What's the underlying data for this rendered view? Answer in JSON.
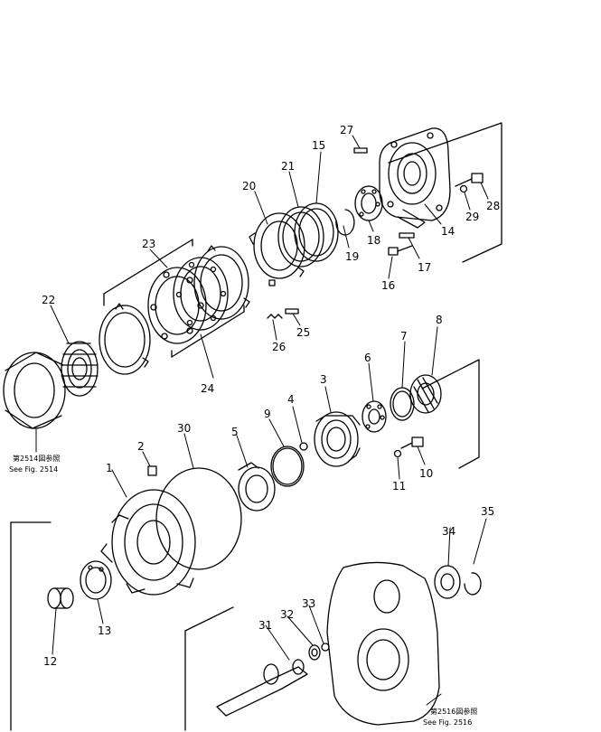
{
  "part_numbers": [
    "1",
    "2",
    "3",
    "4",
    "5",
    "6",
    "7",
    "8",
    "9",
    "10",
    "11",
    "12",
    "13",
    "14",
    "15",
    "16",
    "17",
    "18",
    "19",
    "20",
    "21",
    "22",
    "23",
    "24",
    "25",
    "26",
    "27",
    "28",
    "29",
    "30",
    "31",
    "32",
    "33",
    "34",
    "35"
  ],
  "references": {
    "fig_2514_jp": "第2514図参照",
    "fig_2514_en": "See Fig. 2514",
    "fig_2516_jp": "第2516図参照",
    "fig_2516_en": "See Fig. 2516"
  }
}
